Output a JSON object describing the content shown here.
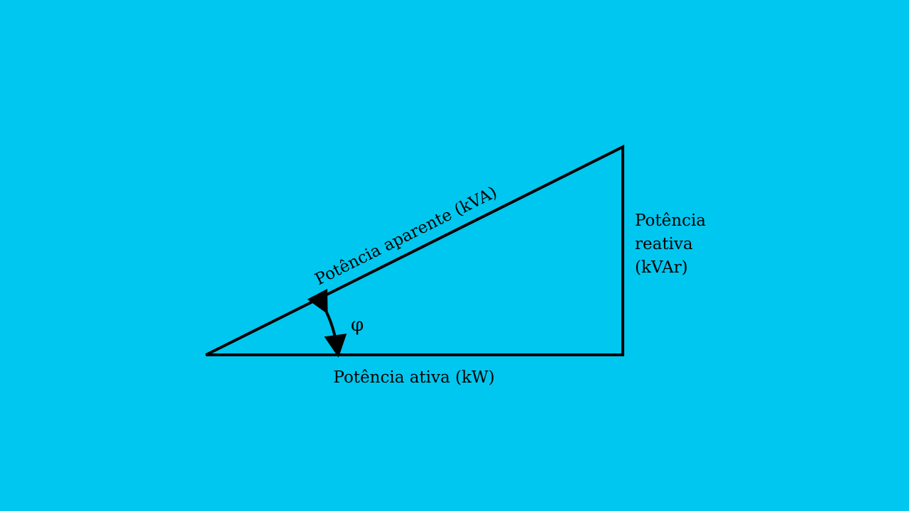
{
  "diagram": {
    "background_color": "#00c7ef",
    "line_color": "#000000",
    "hypotenuse_label": "Potência aparente (kVA)",
    "base_label": "Potência ativa (kW)",
    "vertical_label_lines": [
      "Potência",
      "reativa",
      "(kVAr)"
    ],
    "angle_label": "φ"
  }
}
